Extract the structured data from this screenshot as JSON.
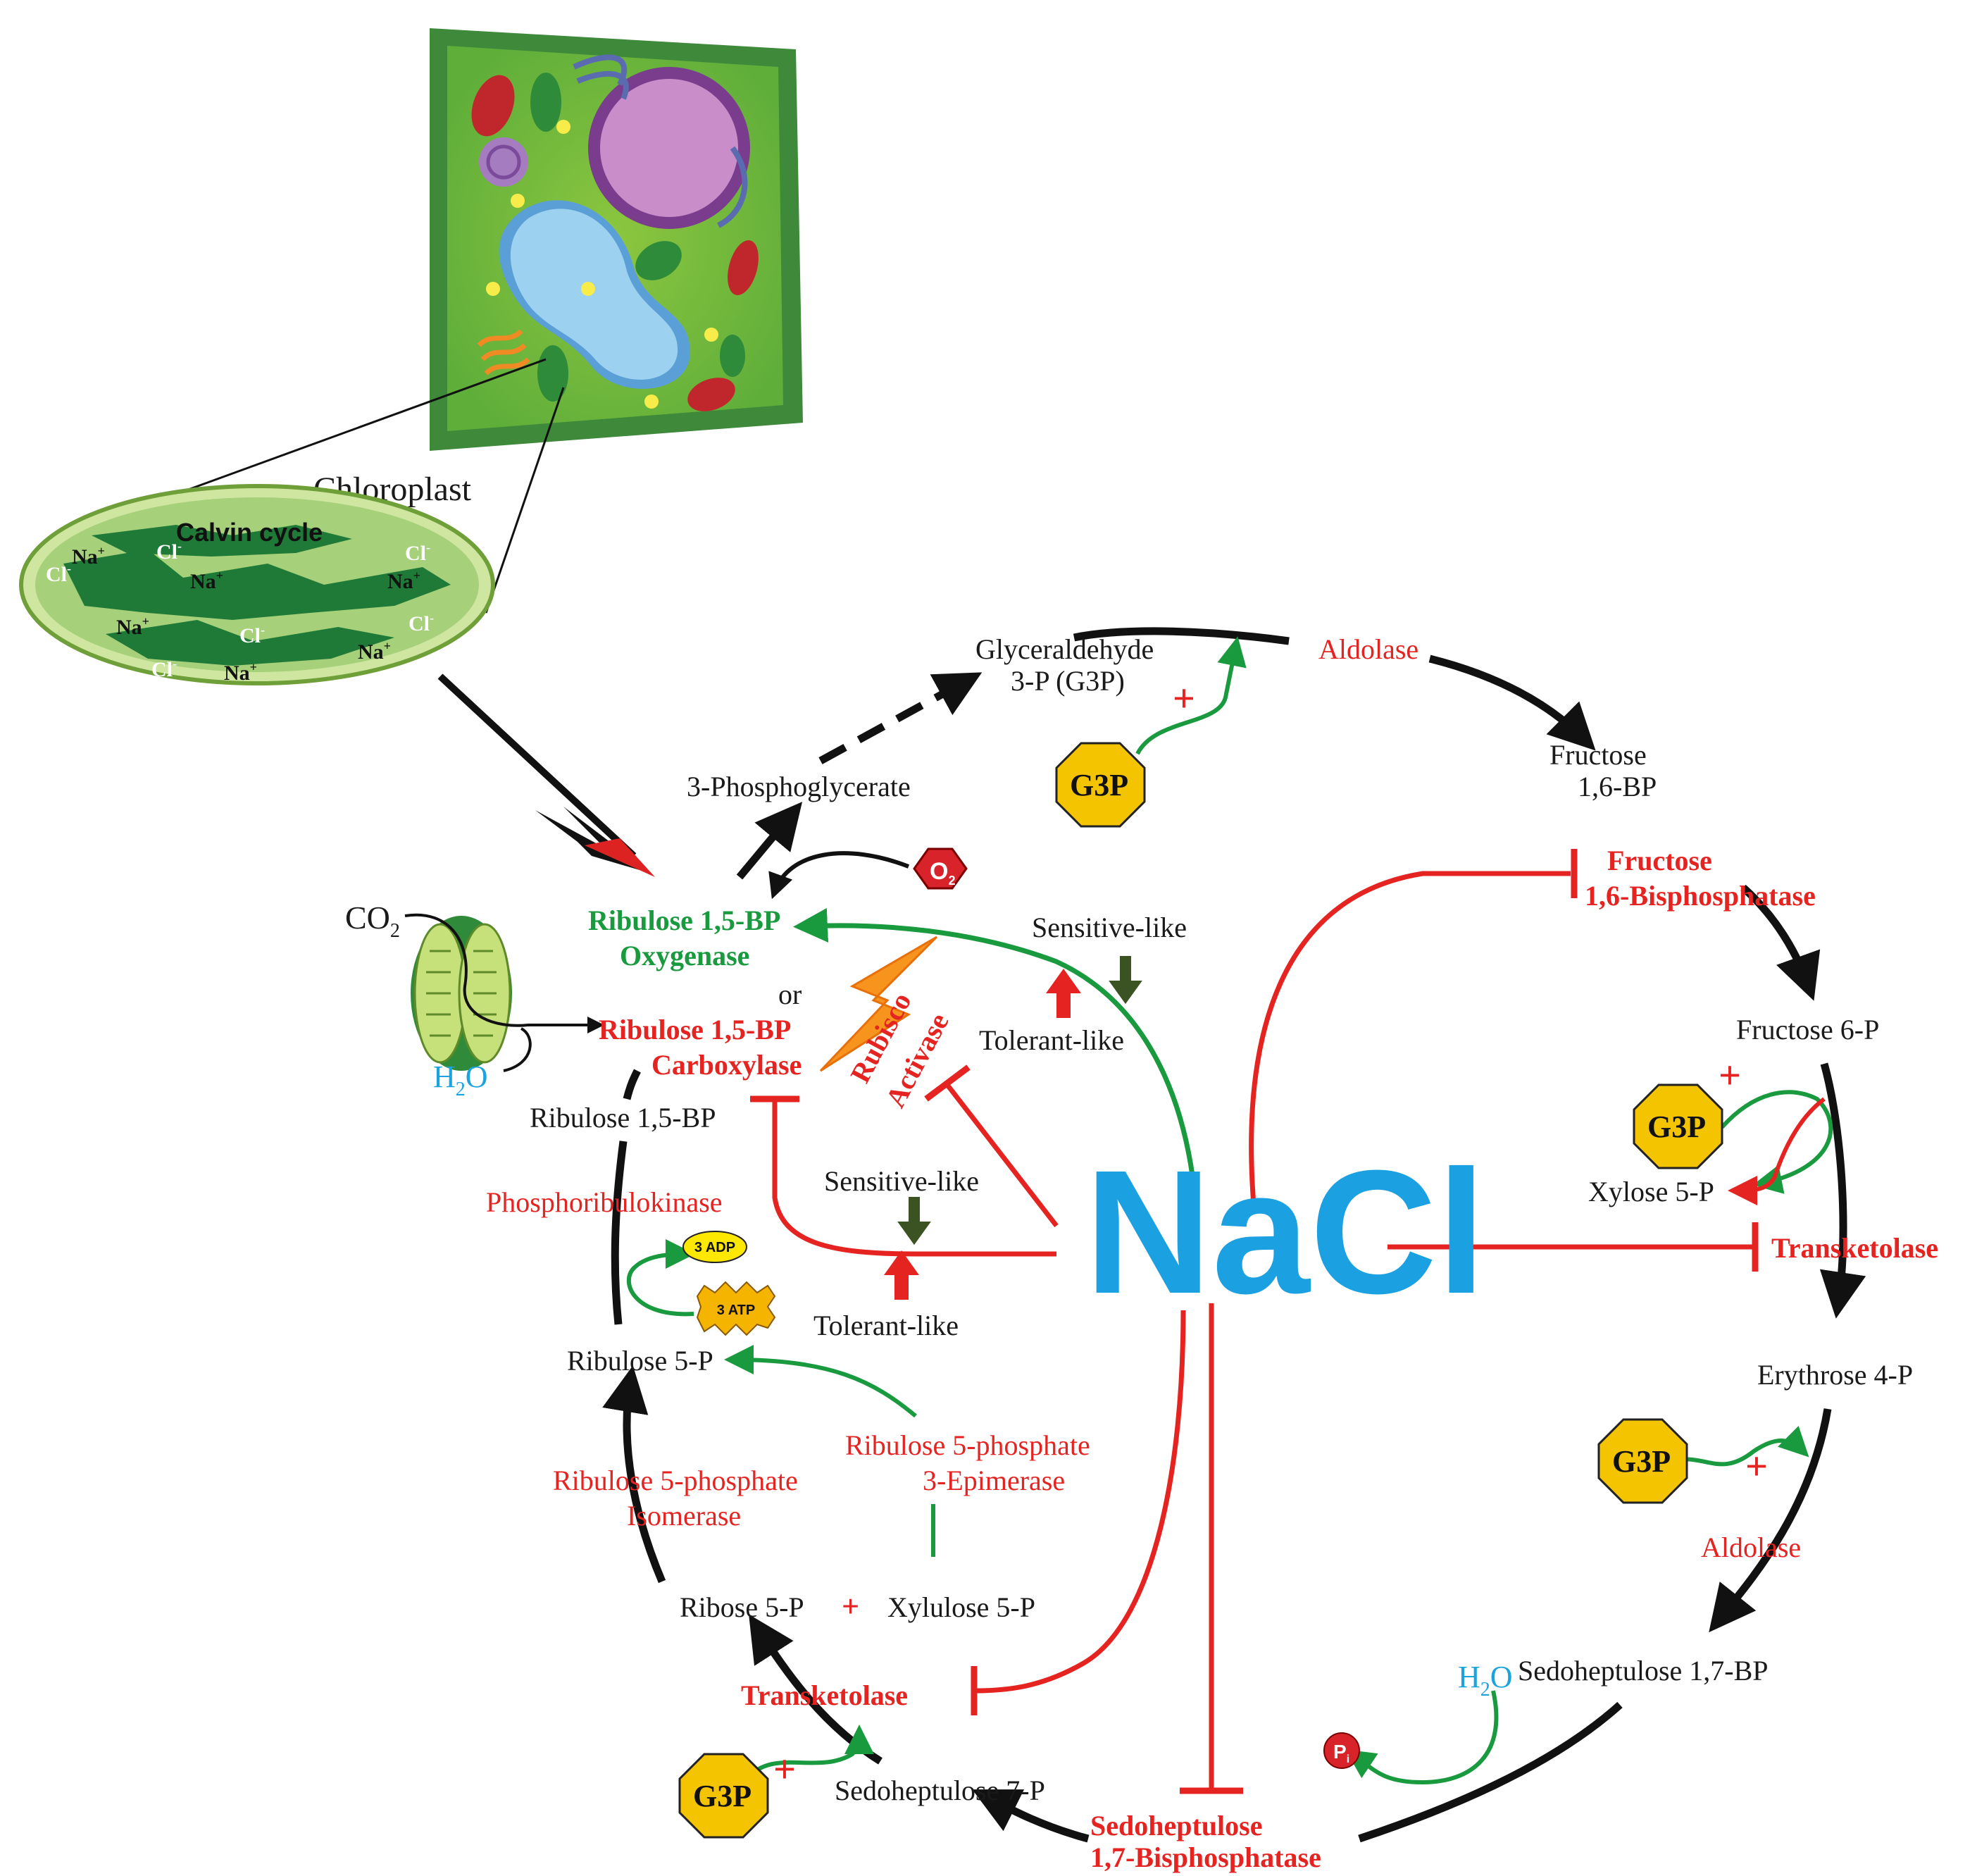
{
  "cell": {
    "chloroplast_label": "Chloroplast",
    "calvin_cycle_label": "Calvin cycle"
  },
  "ions": {
    "na": "Na",
    "na_sup": "+",
    "cl": "Cl",
    "cl_sup": "-"
  },
  "stomata": {
    "co2": "CO",
    "co2_sub": "2",
    "h2o": "H",
    "h2o_sub": "2",
    "h2o_o": "O"
  },
  "nacl": {
    "label": "NaCl"
  },
  "metabolites": {
    "glyceraldehyde_1": "Glyceraldehyde",
    "glyceraldehyde_2": "3-P (G3P)",
    "phosphoglycerate": "3-Phosphoglycerate",
    "fructose_bp_1": "Fructose",
    "fructose_bp_2": "1,6-BP",
    "fructose_6p": "Fructose 6-P",
    "xylose_5p": "Xylose 5-P",
    "erythrose_4p": "Erythrose 4-P",
    "sedoheptulose_bp": "Sedoheptulose 1,7-BP",
    "sedoheptulose_7p": "Sedoheptulose 7-P",
    "ribose_5p": "Ribose 5-P",
    "xylulose_5p": "Xylulose 5-P",
    "ribulose_5p": "Ribulose 5-P",
    "ribulose_bp": "Ribulose 1,5-BP"
  },
  "enzymes": {
    "aldolase_top": "Aldolase",
    "fbpase_1": "Fructose",
    "fbpase_2": "1,6-Bisphosphatase",
    "transketolase_right": "Transketolase",
    "aldolase_right": "Aldolase",
    "sbpase_1": "Sedoheptulose",
    "sbpase_2": "1,7-Bisphosphatase",
    "transketolase_left": "Transketolase",
    "rpi_1": "Ribulose 5-phosphate",
    "rpi_2": "Isomerase",
    "rpe_1": "Ribulose 5-phosphate",
    "rpe_2": "3-Epimerase",
    "prk": "Phosphoribulokinase",
    "rubisco_oxy_1": "Ribulose 1,5-BP",
    "rubisco_oxy_2": "Oxygenase",
    "or": "or",
    "rubisco_carb_1": "Ribulose 1,5-BP",
    "rubisco_carb_2": "Carboxylase",
    "activase_1": "Rubisco",
    "activase_2": "Activase"
  },
  "regulation": {
    "sensitive_top": "Sensitive-like",
    "tolerant_top": "Tolerant-like",
    "sensitive_mid": "Sensitive-like",
    "tolerant_mid": "Tolerant-like"
  },
  "badges": {
    "g3p": "G3P",
    "o2": "O",
    "o2_sub": "2",
    "atp": "3 ATP",
    "adp": "3 ADP",
    "pi": "P",
    "pi_sub": "i",
    "plus": "+",
    "h2o_sbp": "H",
    "h2o_sbp_sub": "2",
    "h2o_sbp_o": "O"
  },
  "colors": {
    "inhibition": "#e52421",
    "activation": "#1a9a3f",
    "cycle": "#111111",
    "nacl": "#1ba1e2",
    "g3p_fill": "#f5c400",
    "sensitive_arrow": "#3b5323"
  }
}
